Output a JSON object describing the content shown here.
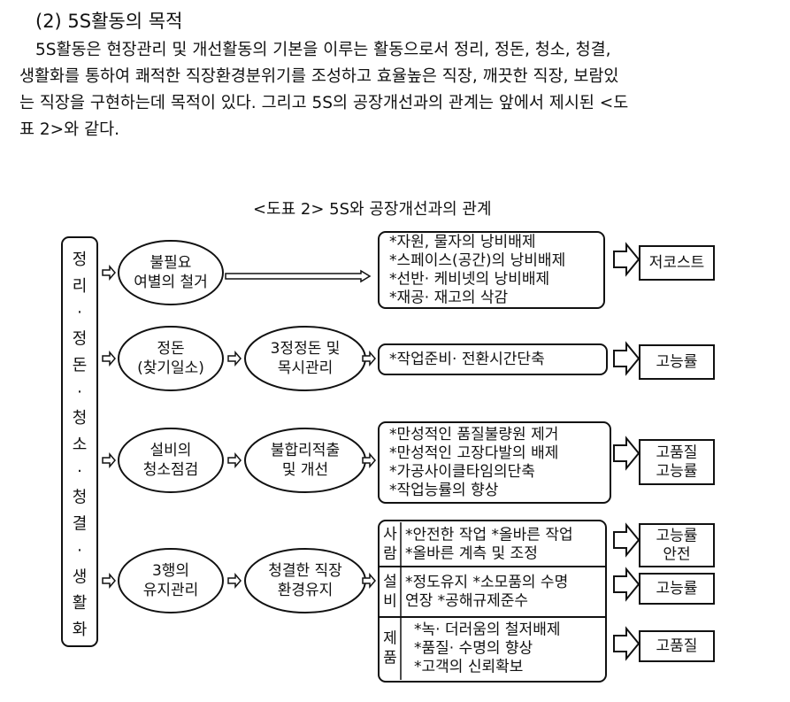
{
  "doc": {
    "heading": "(2) 5S활동의 목적",
    "paragraph_lines": [
      "5S활동은 현장관리 및 개선활동의 기본을 이루는 활동으로서 정리, 정돈, 청소, 청결,",
      "생활화를 통하여 쾌적한 직장환경분위기를 조성하고 효율높은 직장, 깨끗한 직장, 보람있",
      "는 직장을 구현하는데 목적이 있다. 그리고 5S의 공장개선과의 관계는 앞에서 제시된 <도",
      "표 2>와 같다."
    ]
  },
  "diagram": {
    "caption": "<도표 2> 5S와 공장개선과의 관계",
    "left_chars": [
      "정",
      "리",
      "·",
      "정",
      "돈",
      "·",
      "청",
      "소",
      "·",
      "청",
      "결",
      "·",
      "생",
      "활",
      "화"
    ],
    "rows": [
      {
        "step1": [
          "불필요",
          "여별의 철거"
        ],
        "step2": [],
        "items": [
          "*자원, 물자의 낭비배제",
          "*스페이스(공간)의 낭비배제",
          "*선반· 케비넷의 낭비배제",
          "*재공· 재고의 삭감"
        ],
        "result": [
          "저코스트"
        ]
      },
      {
        "step1": [
          "정돈",
          "(찾기일소)"
        ],
        "step2": [
          "3정정돈 및",
          "목시관리"
        ],
        "items": [
          "*작업준비· 전환시간단축"
        ],
        "result": [
          "고능률"
        ]
      },
      {
        "step1": [
          "설비의",
          "청소점검"
        ],
        "step2": [
          "불합리적출",
          "및 개선"
        ],
        "items": [
          "*만성적인 품질불량원 제거",
          "*만성적인 고장다발의 배제",
          "*가공사이클타임의단축",
          "*작업능률의 향상"
        ],
        "result": [
          "고품질",
          "고능률"
        ]
      }
    ],
    "row4": {
      "step1": [
        "3행의",
        "유지관리"
      ],
      "step2": [
        "청결한 직장",
        "환경유지"
      ],
      "groups": [
        {
          "label": [
            "사",
            "람"
          ],
          "items": [
            "*안전한 작업 *올바른 작업",
            "*올바른 계측 및 조정"
          ],
          "result": [
            "고능률",
            "안전"
          ]
        },
        {
          "label": [
            "설",
            "비"
          ],
          "items": [
            "*정도유지 *소모품의 수명",
            "연장 *공해규제준수"
          ],
          "result": [
            "고능률"
          ]
        },
        {
          "label": [
            "제",
            "품"
          ],
          "items": [
            "*녹· 더러움의 철저배제",
            "*품질· 수명의 향상",
            "*고객의 신뢰확보"
          ],
          "result": [
            "고품질"
          ]
        }
      ]
    }
  }
}
